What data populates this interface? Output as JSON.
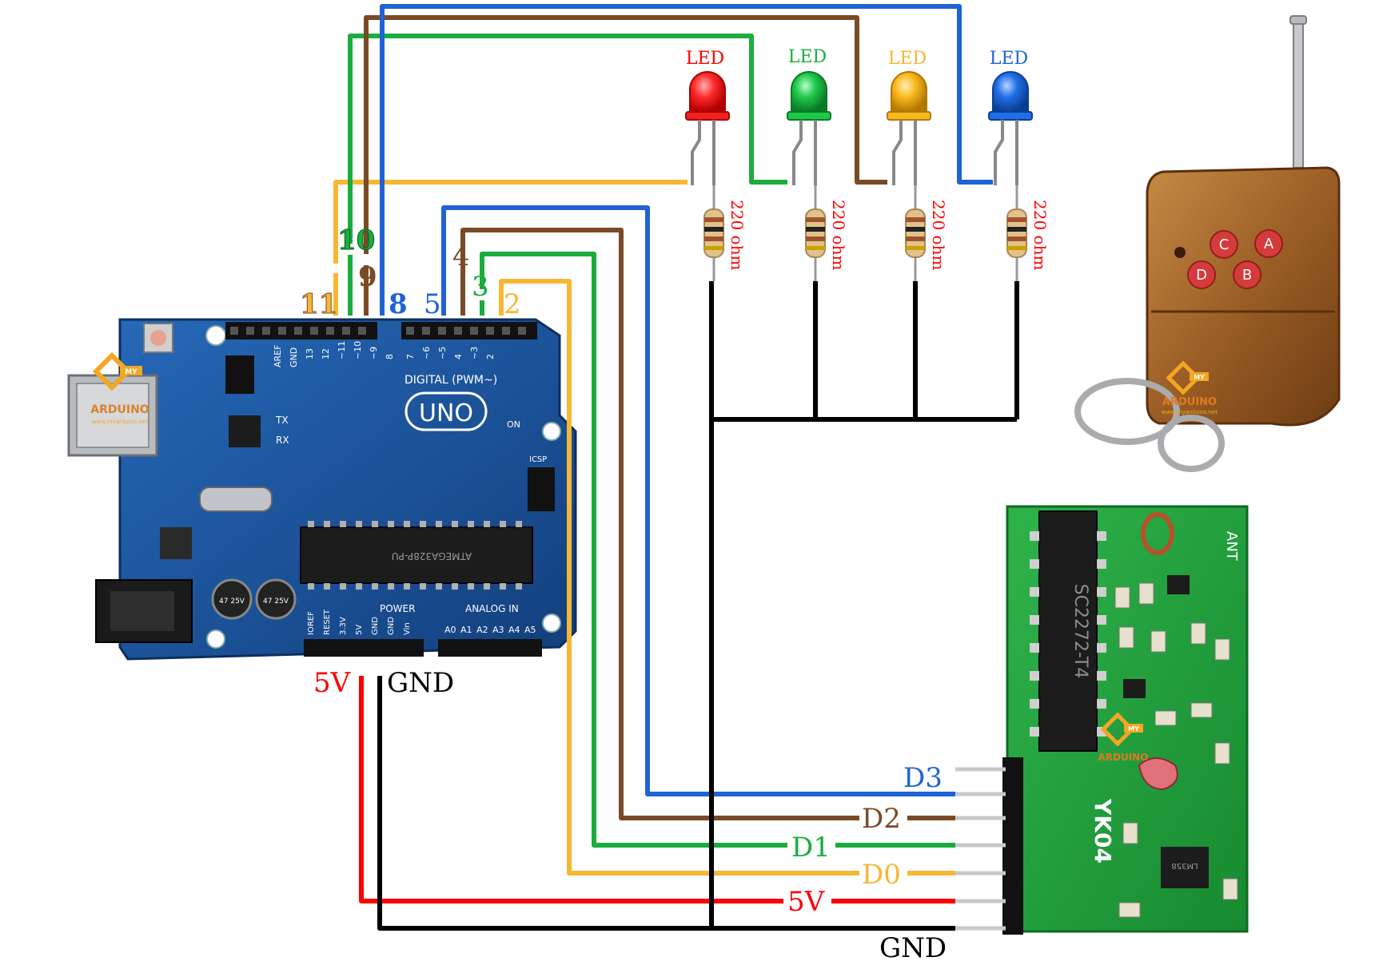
{
  "colors": {
    "red": "#ff0000",
    "green": "#1aad3e",
    "yellow": "#f7b733",
    "blue": "#1f63d6",
    "brown": "#7a4a27",
    "black": "#000000",
    "board": "#1b5aa7",
    "module": "#1f9f3a"
  },
  "arduino": {
    "board_label": "UNO",
    "digital_label": "DIGITAL (PWM~)",
    "analog_label": "ANALOG IN",
    "power_label": "POWER",
    "chip_label": "ATMEGA328P-PU",
    "icsp_label": "ICSP",
    "on_label": "ON",
    "tx_label": "TX",
    "rx_label": "RX",
    "aref_label": "AREF",
    "gnd_label": "GND",
    "reset_label": "RESET",
    "v33_label": "3.3V",
    "v5_label": "5V",
    "vin_label": "Vin",
    "ioref_label": "IOREF",
    "cap_label": "47 25V",
    "logo_text": "ARDUINO",
    "logo_my": "MY",
    "logo_url": "www.myarduino.net"
  },
  "pins": {
    "p11": "11",
    "p10": "10",
    "p9": "9",
    "p8": "8",
    "p5": "5",
    "p4": "4",
    "p3": "3",
    "p2": "2",
    "v5": "5V",
    "gnd": "GND"
  },
  "leds": [
    {
      "label": "LED",
      "color": "#ff2b2b"
    },
    {
      "label": "LED",
      "color": "#1ec84a"
    },
    {
      "label": "LED",
      "color": "#f9b81c"
    },
    {
      "label": "LED",
      "color": "#1f6fe6"
    }
  ],
  "resistors": [
    {
      "label": "220 ohm"
    },
    {
      "label": "220 ohm"
    },
    {
      "label": "220 ohm"
    },
    {
      "label": "220 ohm"
    }
  ],
  "remote": {
    "buttons": [
      "C",
      "A",
      "D",
      "B"
    ],
    "logo_text": "ARDUINO",
    "logo_my": "MY",
    "logo_url": "www.myarduino.net"
  },
  "receiver": {
    "model": "YK04",
    "chip": "SC2272-T4",
    "ant_label": "ANT",
    "logo_text": "ARDUINO",
    "logo_my": "MY",
    "op_amp": "LM358"
  },
  "module_pins": {
    "d3": "D3",
    "d2": "D2",
    "d1": "D1",
    "d0": "D0",
    "v5": "5V",
    "gnd": "GND"
  }
}
